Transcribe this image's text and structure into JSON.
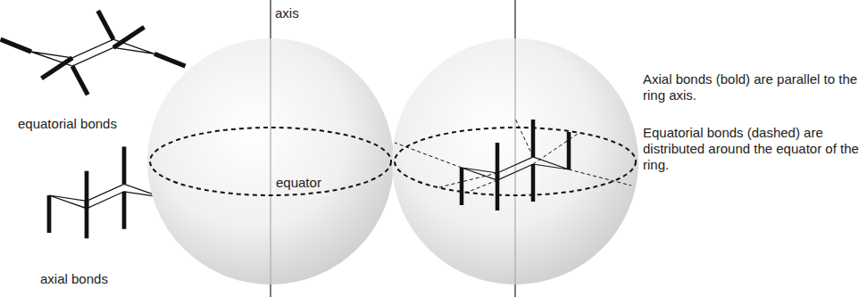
{
  "diagram": {
    "labels": [
      "equatorial bonds",
      "axial bonds",
      "axis",
      "equator",
      "Axial bonds (bold) are parallel to the ring axis.",
      "Equatorial bonds (dashed) are distributed around the equator of the ring."
    ]
  }
}
